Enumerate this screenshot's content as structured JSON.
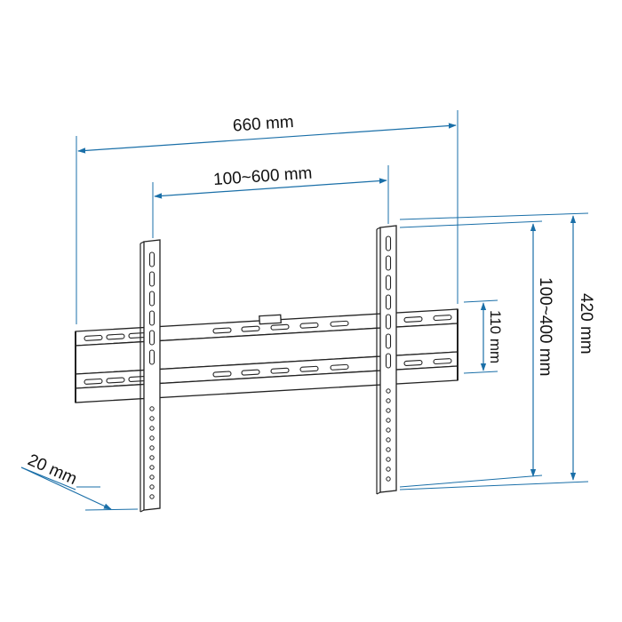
{
  "diagram": {
    "colors": {
      "dimension": "#1a6fa8",
      "outline": "#222222",
      "background": "#ffffff"
    },
    "dimensions": {
      "overall_width": "660 mm",
      "vesa_horizontal": "100~600 mm",
      "rail_spacing": "110 mm",
      "vesa_vertical": "100~400 mm",
      "overall_height": "420 mm",
      "depth": "20 mm"
    }
  }
}
